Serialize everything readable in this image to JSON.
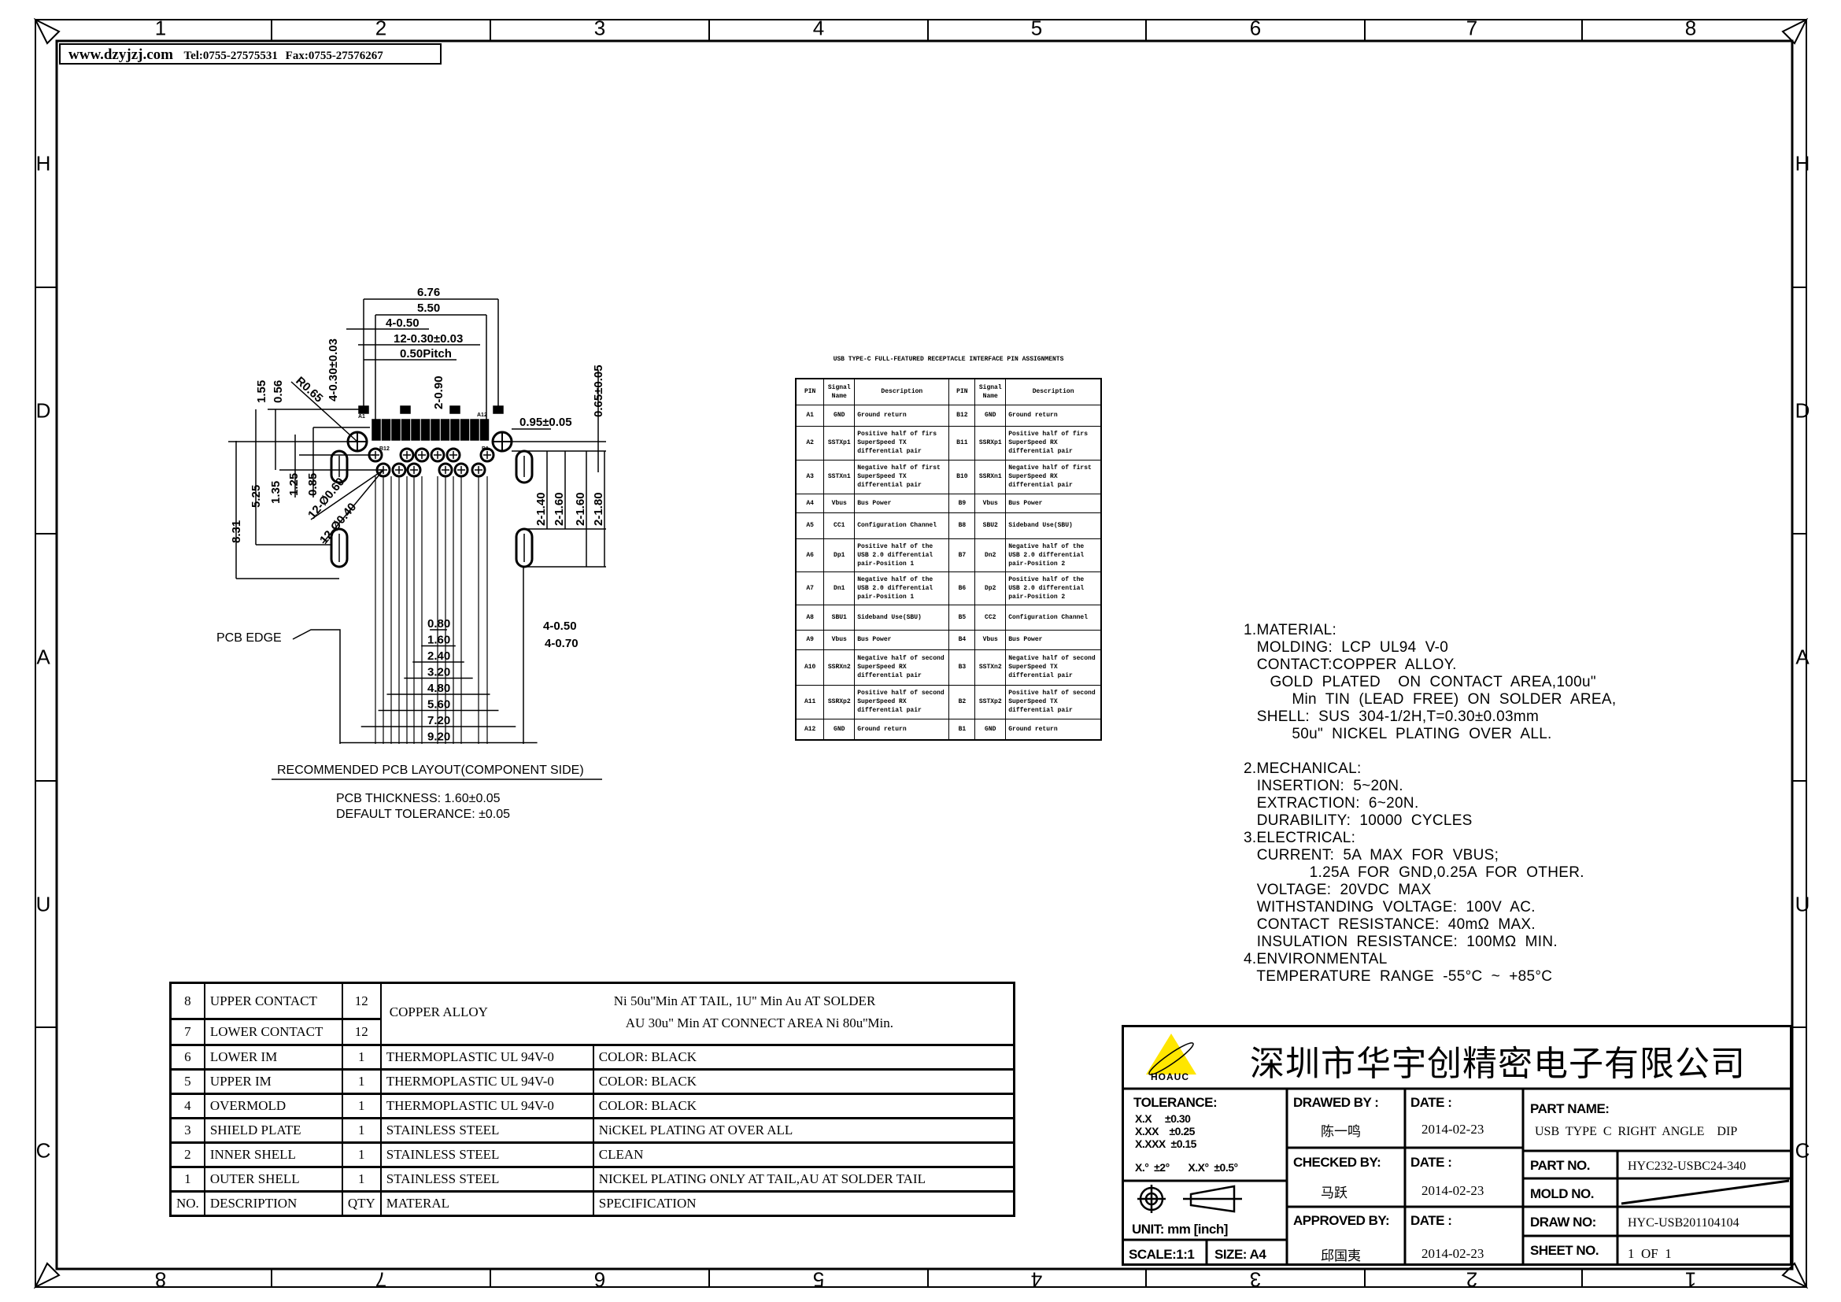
{
  "header": {
    "website": "www.dzyjzj.com",
    "tel": "Tel:0755-27575531",
    "fax": "Fax:0755-27576267"
  },
  "zones": {
    "columns": [
      "1",
      "2",
      "3",
      "4",
      "5",
      "6",
      "7",
      "8"
    ],
    "rows": [
      "H",
      "D",
      "A",
      "U",
      "C"
    ]
  },
  "drawing": {
    "dims_top": [
      "6.76",
      "5.50",
      "4-0.50",
      "12-0.30±0.03",
      "0.50Pitch"
    ],
    "dims_left": [
      "8.31",
      "5.25",
      "1.35",
      "1.25",
      "0.85",
      "1.55",
      "0.56",
      "4-0.30±0.03",
      "R0.65",
      "12-Ø0.60",
      "12-Ø0.40",
      "2-0.90"
    ],
    "dims_right": [
      "0.95±0.05",
      "0.65±0.05",
      "2-1.40",
      "2-1.60",
      "2-1.60",
      "2-1.80"
    ],
    "dims_bottom_right": [
      "4-0.50",
      "4-0.70"
    ],
    "dims_bottom": [
      "0.80",
      "1.60",
      "2.40",
      "3.20",
      "4.80",
      "5.60",
      "7.20",
      "9.20"
    ],
    "pin_labels": [
      "A1",
      "A12",
      "B12",
      "B1"
    ],
    "pcb_edge": "PCB EDGE",
    "caption": "RECOMMENDED  PCB  LAYOUT(COMPONENT  SIDE)",
    "thickness": "PCB  THICKNESS:  1.60±0.05",
    "tolerance": "DEFAULT  TOLERANCE:  ±0.05"
  },
  "pin_table": {
    "title": "USB TYPE-C FULL-FEATURED RECEPTACLE INTERFACE PIN ASSIGNMENTS",
    "headers": [
      "PIN",
      "Signal Name",
      "Description",
      "PIN",
      "Signal Name",
      "Description"
    ],
    "rows": [
      [
        "A1",
        "GND",
        "Ground return",
        "B12",
        "GND",
        "Ground return"
      ],
      [
        "A2",
        "SSTXp1",
        "Positive half of firs SuperSpeed TX differential pair",
        "B11",
        "SSRXp1",
        "Positive half of firs SuperSpeed RX differential pair"
      ],
      [
        "A3",
        "SSTXn1",
        "Negative half of first SuperSpeed TX differential pair",
        "B10",
        "SSRXn1",
        "Negative half of first SuperSpeed RX differential pair"
      ],
      [
        "A4",
        "Vbus",
        "Bus Power",
        "B9",
        "Vbus",
        "Bus Power"
      ],
      [
        "A5",
        "CC1",
        "Configuration Channel",
        "B8",
        "SBU2",
        "Sideband Use(SBU)"
      ],
      [
        "A6",
        "Dp1",
        "Positive half of the USB 2.0 differential pair-Position 1",
        "B7",
        "Dn2",
        "Negative half of the USB 2.0 differential pair-Position 2"
      ],
      [
        "A7",
        "Dn1",
        "Negative half of the USB 2.0 differential pair-Position 1",
        "B6",
        "Dp2",
        "Positive half of the USB 2.0 differential pair-Position 2"
      ],
      [
        "A8",
        "SBU1",
        "Sideband Use(SBU)",
        "B5",
        "CC2",
        "Configuration Channel"
      ],
      [
        "A9",
        "Vbus",
        "Bus Power",
        "B4",
        "Vbus",
        "Bus Power"
      ],
      [
        "A10",
        "SSRXn2",
        "Negative half of second SuperSpeed RX differential pair",
        "B3",
        "SSTXn2",
        "Negative half of second SuperSpeed TX differential pair"
      ],
      [
        "A11",
        "SSRXp2",
        "Positive half of second SuperSpeed RX differential pair",
        "B2",
        "SSTXp2",
        "Positive half of second SuperSpeed TX differential pair"
      ],
      [
        "A12",
        "GND",
        "Ground return",
        "B1",
        "GND",
        "Ground return"
      ]
    ]
  },
  "notes": [
    "1.MATERIAL:",
    "   MOLDING:  LCP  UL94  V-0",
    "   CONTACT:COPPER  ALLOY.",
    "      GOLD  PLATED    ON  CONTACT  AREA,100u\"",
    "           Min  TIN  (LEAD  FREE)  ON  SOLDER  AREA,",
    "   SHELL:  SUS  304-1/2H,T=0.30±0.03mm",
    "           50u\"  NICKEL  PLATING  OVER  ALL.",
    "",
    "2.MECHANICAL:",
    "   INSERTION:  5~20N.",
    "   EXTRACTION:  6~20N.",
    "   DURABILITY:  10000  CYCLES",
    "3.ELECTRICAL:",
    "   CURRENT:  5A  MAX  FOR  VBUS;",
    "               1.25A  FOR  GND,0.25A  FOR  OTHER.",
    "   VOLTAGE:  20VDC  MAX",
    "   WITHSTANDING  VOLTAGE:  100V  AC.",
    "   CONTACT  RESISTANCE:  40mΩ  MAX.",
    "   INSULATION  RESISTANCE:  100MΩ  MIN.",
    "4.ENVIRONMENTAL",
    "   TEMPERATURE  RANGE  -55°C  ~  +85°C"
  ],
  "bom": {
    "headers": [
      "NO.",
      "DESCRIPTION",
      "QTY",
      "MATERAL",
      "SPECIFICATION"
    ],
    "contacts": {
      "material": "COPPER ALLOY",
      "spec_line1": "Ni 50u''Min AT TAIL, 1U'' Min Au AT SOLDER",
      "spec_line2": "AU 30u\" Min AT CONNECT AREA Ni 80u''Min.",
      "rows": [
        [
          "8",
          "UPPER CONTACT",
          "12"
        ],
        [
          "7",
          "LOWER CONTACT",
          "12"
        ]
      ]
    },
    "rows": [
      [
        "6",
        "LOWER IM",
        "1",
        "THERMOPLASTIC UL 94V-0",
        "COLOR:    BLACK"
      ],
      [
        "5",
        "UPPER IM",
        "1",
        "THERMOPLASTIC UL 94V-0",
        "COLOR:    BLACK"
      ],
      [
        "4",
        "OVERMOLD",
        "1",
        "THERMOPLASTIC UL 94V-0",
        "COLOR:    BLACK"
      ],
      [
        "3",
        "SHIELD PLATE",
        "1",
        "STAINLESS STEEL",
        "NiCKEL PLATING AT OVER ALL"
      ],
      [
        "2",
        "INNER SHELL",
        "1",
        "STAINLESS STEEL",
        "CLEAN"
      ],
      [
        "1",
        "OUTER SHELL",
        "1",
        "STAINLESS STEEL",
        "NICKEL PLATING ONLY AT TAIL,AU AT SOLDER TAIL"
      ]
    ]
  },
  "title_block": {
    "logo_text": "HOAUC",
    "logo_color": "#ffe600",
    "company": "深圳市华宇创精密电子有限公司",
    "tolerance_label": "TOLERANCE:",
    "tolerances": [
      "X.X     ±0.30",
      "X.XX    ±0.25",
      "X.XXX  ±0.15"
    ],
    "angle_tol": "X.°  ±2°       X.X°  ±0.5°",
    "unit": "UNIT:  mm  [inch]",
    "scale": "SCALE:1:1",
    "size": "SIZE:  A4",
    "drawed_by_label": "DRAWED  BY  :",
    "drawed_by": "陈一鸣",
    "checked_by_label": "CHECKED  BY:",
    "checked_by": "马跃",
    "approved_by_label": "APPROVED  BY:",
    "approved_by": "邱国夷",
    "date_label": "DATE  :",
    "date_drawed": "2014-02-23",
    "date_checked": "2014-02-23",
    "date_approved": "2014-02-23",
    "part_name_label": "PART  NAME:",
    "part_name": "USB  TYPE  C  RIGHT  ANGLE    DIP",
    "part_no_label": "PART  NO.",
    "part_no": "HYC232-USBC24-340",
    "mold_no_label": "MOLD  NO.",
    "draw_no_label": "DRAW  NO:",
    "draw_no": "HYC-USB201104104",
    "sheet_no_label": "SHEET  NO.",
    "sheet_no": "1  OF  1"
  }
}
